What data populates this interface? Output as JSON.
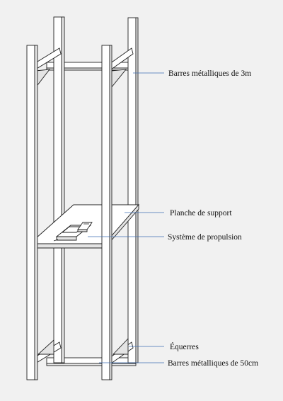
{
  "labels": {
    "bars_3m": "Barres métalliques de 3m",
    "support_board": "Planche de support",
    "propulsion_system": "Système de propulsion",
    "brackets": "Équerres",
    "bars_50cm": "Barres métalliques de 50cm"
  },
  "colors": {
    "background": "#f1f1f1",
    "leader_line": "#3f6fb5",
    "outline": "#222222"
  }
}
